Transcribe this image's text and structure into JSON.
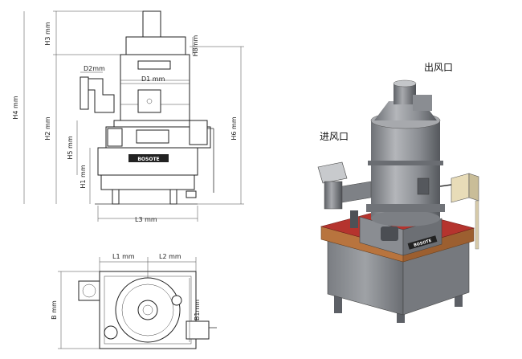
{
  "front_view": {
    "dims": {
      "H3": "H3 mm",
      "H8": "H8mm",
      "H4": "H4 mm",
      "H2": "H2 mm",
      "H5": "H5 mm",
      "H1": "H1 mm",
      "H6": "H6 mm",
      "D2": "D2mm",
      "D1": "D1 mm",
      "L3": "L3 mm"
    },
    "brand": "BOSOTE"
  },
  "top_view": {
    "dims": {
      "L1": "L1 mm",
      "L2": "L2 mm",
      "B": "B mm",
      "B1": "B1mm"
    }
  },
  "render_3d": {
    "outlet_label": "出风口",
    "inlet_label": "进风口",
    "brand": "BOSOTE"
  },
  "colors": {
    "machine_gray": "#8e9096",
    "machine_dark": "#5d6066",
    "base_red": "#b5342e",
    "frame_orange": "#b8743e"
  }
}
